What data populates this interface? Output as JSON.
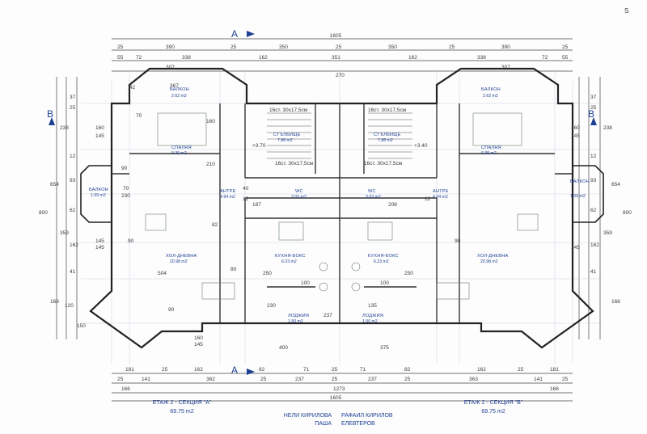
{
  "sections": {
    "a_title": "ЕТАЖ 2 - СЕКЦИЯ \"А\"",
    "a_area": "69.75 m2",
    "b_title": "ЕТАЖ 2 - СЕКЦИЯ \"В\"",
    "b_area": "69.75 m2"
  },
  "owners": {
    "left_line1": "НЕЛИ КИРИЛОВА",
    "left_line2": "ПАША",
    "right_line1": "РАФАИЛ КИРИЛОВ",
    "right_line2": "ЕЛЕВТЕРОВ"
  },
  "section_markers": {
    "a": "A",
    "b": "B"
  },
  "corner_mark": "S",
  "rooms": {
    "balcony_a": {
      "name": "БАЛКОН",
      "area": "2.62 m2"
    },
    "balcony_b": {
      "name": "БАЛКОН",
      "area": "2.62 m2"
    },
    "bedroom_a": {
      "name": "СПАЛНЯ",
      "area": "9.39 m2"
    },
    "bedroom_b": {
      "name": "СПАЛНЯ",
      "area": "9.39 m2"
    },
    "stairs_a": {
      "name": "СТЪЛБИЩЕ",
      "area": "7.88 m2"
    },
    "stairs_b": {
      "name": "СТЪЛБИЩЕ",
      "area": "7.88 m2"
    },
    "side_balcony_a": {
      "name": "БАЛКОН",
      "area": "1.09 m2"
    },
    "side_balcony_b": {
      "name": "БАЛКОН",
      "area": "1.09 m2"
    },
    "hall_a": {
      "name": "АНТРЕ",
      "area": "4.94 m2"
    },
    "hall_b": {
      "name": "АНТРЕ",
      "area": "4.94 m2"
    },
    "wc_a": {
      "name": "WC",
      "area": "3.03 m2"
    },
    "wc_b": {
      "name": "WC",
      "area": "3.03 m2"
    },
    "living_a": {
      "name": "ХОЛ-ДНЕВНА",
      "area": "20.98 m2"
    },
    "living_b": {
      "name": "ХОЛ-ДНЕВНА",
      "area": "20.98 m2"
    },
    "kitchen_a": {
      "name": "КУХНЯ-БОКС",
      "area": "6.23 m2"
    },
    "kitchen_b": {
      "name": "КУХНЯ-БОКС",
      "area": "6.23 m2"
    },
    "loggia_a": {
      "name": "ЛОДЖИЯ",
      "area": "1.50 m2"
    },
    "loggia_b": {
      "name": "ЛОДЖИЯ",
      "area": "1.50 m2"
    }
  },
  "stair_notes": {
    "top_a": "16ст. 30х17,5см",
    "top_b": "16ст. 30х17,5см",
    "bot_a": "16ст. 30х17,5см",
    "bot_b": "16ст. 30х17,5см"
  },
  "levels": {
    "left": "+3.70",
    "right": "+3.40"
  },
  "dims_top": {
    "overall": "1605",
    "row2": [
      "25",
      "390",
      "25",
      "350",
      "25",
      "350",
      "25",
      "390",
      "25"
    ],
    "row3": [
      "55",
      "72",
      "338",
      "162",
      "351",
      "162",
      "338",
      "72",
      "55"
    ],
    "row4": [
      "307",
      "270",
      "307"
    ]
  },
  "dims_bottom": {
    "row1": [
      "181",
      "25",
      "162",
      "82",
      "71",
      "25",
      "71",
      "82",
      "162",
      "25",
      "181"
    ],
    "row2": [
      "25",
      "141",
      "362",
      "25",
      "237",
      "25",
      "237",
      "25",
      "363",
      "141",
      "25"
    ],
    "row3": [
      "166",
      "1273",
      "166"
    ],
    "overall": "1605",
    "inner_left": "400",
    "inner_right": "375"
  },
  "dims_left": [
    "37",
    "25",
    "160",
    "145",
    "238",
    "12",
    "654",
    "93",
    "62",
    "359",
    "162",
    "800",
    "41",
    "145",
    "166"
  ],
  "dims_right": [
    "37",
    "25",
    "160",
    "145",
    "238",
    "12",
    "654",
    "93",
    "62",
    "359",
    "162",
    "800",
    "41",
    "145",
    "166"
  ],
  "interior_dims": [
    "367",
    "42",
    "70",
    "160",
    "90",
    "210",
    "70",
    "230",
    "80",
    "90",
    "504",
    "100",
    "250",
    "90",
    "230",
    "187",
    "12",
    "82",
    "145",
    "90",
    "160",
    "145",
    "40",
    "12",
    "150",
    "120",
    "208",
    "100",
    "250",
    "135",
    "237"
  ]
}
